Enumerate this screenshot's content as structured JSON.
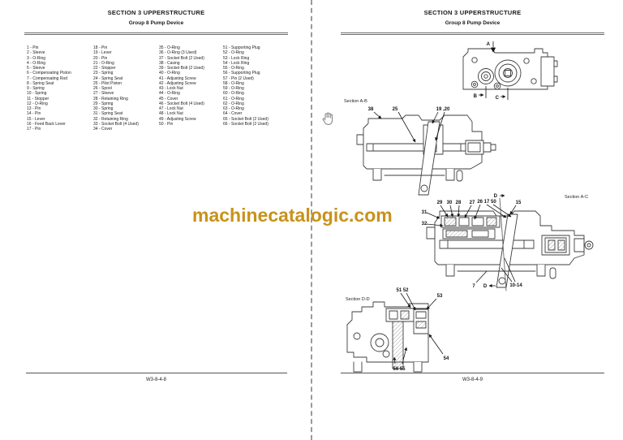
{
  "watermark": {
    "text": "machinecatalogic.com",
    "color": "#C8921A"
  },
  "left_page": {
    "title": "SECTION 3 UPPERSTRUCTURE",
    "subtitle": "Group 8 Pump Device",
    "parts_list": {
      "column1": [
        "1 - Pin",
        "2 - Sleeve",
        "3 - O-Ring",
        "4 - O-Ring",
        "5 - Sleeve",
        "6 - Compensating Piston",
        "7 - Compensating Rod",
        "8 - Spring Seat",
        "9 - Spring",
        "10 - Spring",
        "11 - Stopper",
        "12 - O-Ring",
        "13 - Pin",
        "14 - Pin",
        "15 - Lever",
        "16 - Feed Back Lever",
        "17 - Pin"
      ],
      "column2": [
        "18 - Pin",
        "19 - Lever",
        "20 - Pin",
        "21 - O-Ring",
        "22 - Stopper",
        "23 - Spring",
        "24 - Spring Seat",
        "25 - Pilot Piston",
        "26 - Spool",
        "27 - Sleeve",
        "28 - Retaining Ring",
        "29 - Spring",
        "30 - Spring",
        "31 - Spring Seat",
        "32 - Retaining Ring",
        "33 - Socket Bolt (4 Used)",
        "34 - Cover"
      ],
      "column3": [
        "35 - O-Ring",
        "36 - O-Ring (3 Used)",
        "37 - Socket Bolt (2 Used)",
        "38 - Casing",
        "39 - Socket Bolt (2 Used)",
        "40 - O-Ring",
        "41 - Adjusting Screw",
        "42 - Adjusting Screw",
        "43 - Lock Nut",
        "44 - O-Ring",
        "45 - Cover",
        "46 - Socket Bolt (4 Used)",
        "47 - Lock Nut",
        "48 - Lock Nut",
        "49 - Adjusting Screw",
        "50 - Pin"
      ],
      "column4": [
        "51 - Supporting Plug",
        "52 - O-Ring",
        "53 - Lock Ring",
        "54 - Lock Ring",
        "55 - O-Ring",
        "56 - Supporting Plug",
        "57 - Pin (2 Used)",
        "58 - O-Ring",
        "59 - O-Ring",
        "60 - O-Ring",
        "61 - O-Ring",
        "62 - O-Ring",
        "63 - O-Ring",
        "64 - Cover",
        "65 - Socket Bolt (2 Used)",
        "66 - Socket Bolt (2 Used)"
      ]
    },
    "footer": "W3-8-4-8"
  },
  "right_page": {
    "title": "SECTION 3 UPPERSTRUCTURE",
    "subtitle": "Group 8 Pump Device",
    "overview": {
      "label_a": "A",
      "label_b": "B",
      "label_c": "C"
    },
    "section_ab": {
      "caption": "Section A-B",
      "label_38": "38",
      "label_25": "25",
      "label_19_20": "19 ,20"
    },
    "section_ac": {
      "caption": "Section A-C",
      "label_d_top": "D",
      "label_29": "29",
      "label_30": "30",
      "label_28": "28",
      "label_27": "27",
      "label_26_17_50": "26 17 50",
      "label_15": "15",
      "label_31": "31",
      "label_32": "32",
      "label_7": "7",
      "label_d_bottom": "D",
      "label_10_14": "10-14"
    },
    "section_dd": {
      "caption": "Section D-D",
      "label_51_52": "51 52",
      "label_53": "53",
      "label_54": "54",
      "label_56_55": "56 55"
    },
    "footer": "W3-8-4-9"
  }
}
